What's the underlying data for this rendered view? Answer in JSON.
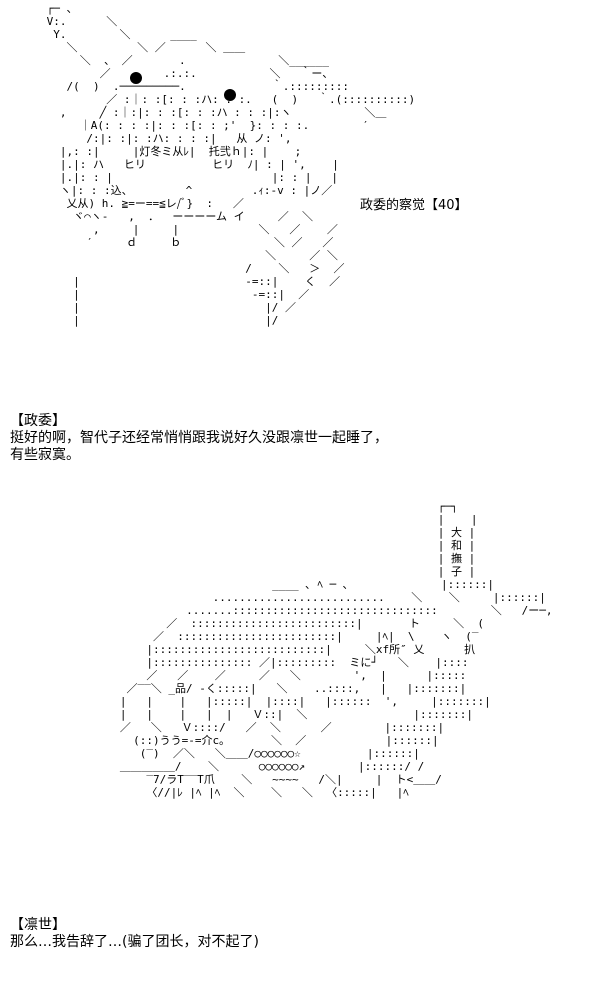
{
  "panel_top": {
    "art_lines": [
      " ┌─ 、",
      " V:.      ＼",
      "  Y.        ＼      ____",
      "    ＼         ＼ ／      ＼ ＿＿",
      "      ＼  、 ／       .              ＼______",
      "         ／        .:.:.           ＼   ｀ー、",
      "    /(  )  .─────────.             ｀.:::::::::",
      "          ／ :｜: :[: : :ハ: : :.   (  )   ｀.(::::::::::)",
      "   ,     ╱ :｜:|: : :[: : :ハ : : :|:ヽ           ＼＿",
      "      ｜A(: : : :|: : :[: : ;'  }: : : :.        ′",
      "       /:|: :|: :ハ: : : :|   从 ノ: ',",
      "   |,: :|     |灯冬ミ从ﾚ|  托弐ｈ|: |    ;",
      "   |.|: ハ   ヒリ          ヒリ  ﾉ| : | ',    |",
      "   |.|: : |                        |: : |   |",
      "   ヽ|: : :込、        ^         .ｨ:-v : |ノ／",
      "    乂从) h. ≧=ー==≦レ/ﾞ}  :   ／",
      "     ヾ⌒ヽ-   ,  ．  ーーーーム イ     ／  ＼",
      "        ,     |     |            ＼   ／    ／",
      "       ′     ｄ     ｂ              ＼ ／   ／",
      "                                  ＼     ／ ＼",
      "                               /    ＼   ＞  ／",
      "     |                         -=::|    く  ／",
      "     |                          -=::|  ／",
      "     |                            |/ ／",
      "     |                            |/"
    ],
    "caption": "政委的察觉【40】",
    "dialog_lines": [
      "【政委】",
      "挺好的啊，智代子还经常悄悄跟我说好久没跟凛世一起睡了，",
      "有些寂寞。"
    ]
  },
  "panel_bottom": {
    "art_lines": [
      "                                                   ┌─┐",
      "                                                   |    |",
      "                                                   | 大 |",
      "                                                   | 和 |",
      "                                                   | 撫 |",
      "                                                   | 子 |",
      "                          ____ ､ ﾍ ─ ､              |::::::|",
      "                 ..........................    ＼    ＼     |::::::|",
      "             .......:::::::::::::::::::::::::::::::        ＼   /ー─,",
      "          ／  :::::::::::::::::::::::::|       ト     ＼  (",
      "        ／  ::::::::::::::::::::::::|     |ﾍ|  \\    ヽ  (‾",
      "       |::::::::::::::::::::::::::|     ＼xf所″ 乂      扒",
      "       |::::::::::::::: ／|:::::::::  ミに┘   ＼    |::::",
      "       ／   ／    ／     ／   ＼        ',  |      |:::::",
      "    ／‾‾＼ _品/ -く:::::|   ＼    ..::::,   |   |:::::::|",
      "   |   |    |   |:::::|  |::::|   |::::::  ',     |:::::::|",
      "   |   |    |   |  |   Ｖ::|  ＼                |:::::::|",
      "   ／   ＼   Ｖ::::/   ／  ＼      ／        |:::::::|",
      "     (::)うう=-=介c｡       ＼  ／            |::::::|",
      "      (‾)  ／＼   ＼＿＿/○○○○○○☆          |::::::|",
      "   ＿＿＿＿＿/    ＼      ○○○○○○↗        |::::::/ /",
      "       ‾7/ラT‾‾T爪    ＼   ~~~~   /＼|     |  ト<＿＿/",
      "       〈//|ﾚ |ﾍ |ﾍ  ＼    ＼   ＼  〈:::::|   |ﾍ"
    ],
    "dialog_lines": [
      "【凛世】",
      "那么…我告辞了…(骗了团长，对不起了)"
    ]
  }
}
